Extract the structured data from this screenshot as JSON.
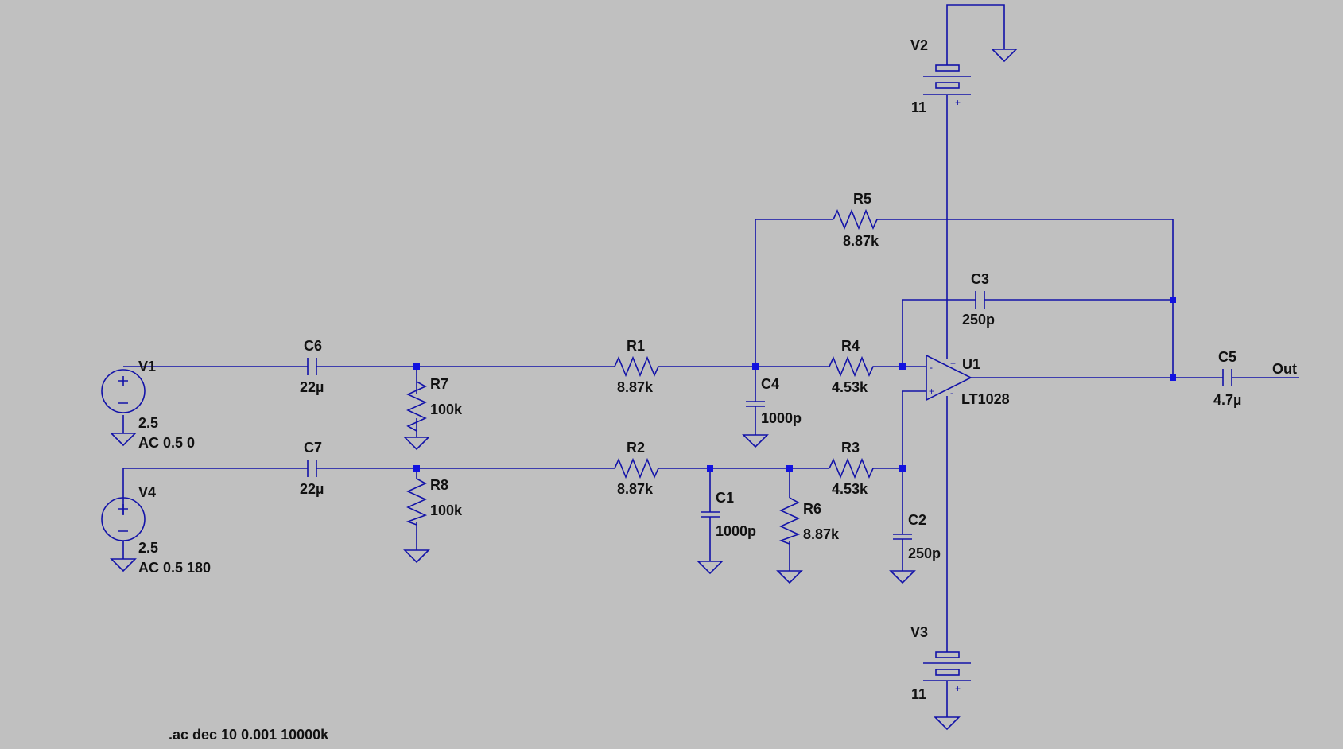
{
  "schematic": {
    "sources": {
      "v1": {
        "name": "V1",
        "dc": "2.5",
        "ac": "AC 0.5 0"
      },
      "v4": {
        "name": "V4",
        "dc": "2.5",
        "ac": "AC 0.5 180"
      },
      "v2": {
        "name": "V2",
        "value": "11"
      },
      "v3": {
        "name": "V3",
        "value": "11"
      }
    },
    "resistors": {
      "r1": {
        "name": "R1",
        "value": "8.87k"
      },
      "r2": {
        "name": "R2",
        "value": "8.87k"
      },
      "r3": {
        "name": "R3",
        "value": "4.53k"
      },
      "r4": {
        "name": "R4",
        "value": "4.53k"
      },
      "r5": {
        "name": "R5",
        "value": "8.87k"
      },
      "r6": {
        "name": "R6",
        "value": "8.87k"
      },
      "r7": {
        "name": "R7",
        "value": "100k"
      },
      "r8": {
        "name": "R8",
        "value": "100k"
      }
    },
    "capacitors": {
      "c1": {
        "name": "C1",
        "value": "1000p"
      },
      "c2": {
        "name": "C2",
        "value": "250p"
      },
      "c3": {
        "name": "C3",
        "value": "250p"
      },
      "c4": {
        "name": "C4",
        "value": "1000p"
      },
      "c5": {
        "name": "C5",
        "value": "4.7µ"
      },
      "c6": {
        "name": "C6",
        "value": "22µ"
      },
      "c7": {
        "name": "C7",
        "value": "22µ"
      }
    },
    "opamp": {
      "name": "U1",
      "model": "LT1028",
      "minus": "-",
      "plus": "+"
    },
    "output_label": "Out",
    "directive": ".ac dec 10 0.001 10000k",
    "colors": {
      "wire": "#1212a8",
      "junction": "#1212e0",
      "background": "#c0c0c0",
      "text": "#111111"
    }
  }
}
